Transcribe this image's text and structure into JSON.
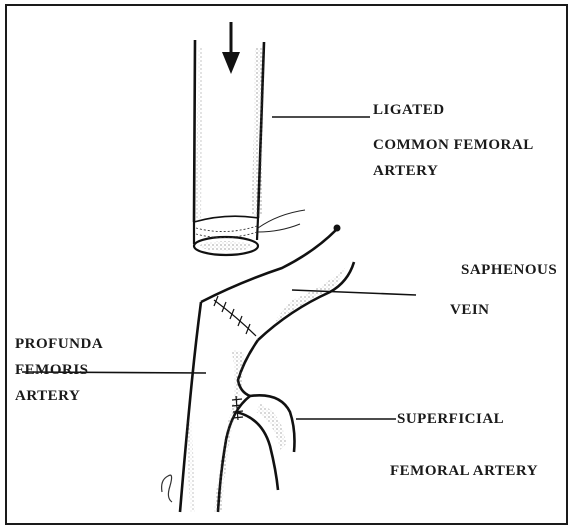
{
  "labels": {
    "common_femoral_1": "LIGATED",
    "common_femoral_2": "COMMON FEMORAL",
    "common_femoral_3": "ARTERY",
    "saphenous_1": "SAPHENOUS",
    "saphenous_2": "VEIN",
    "profunda_1": "PROFUNDA",
    "profunda_2": "FEMORIS",
    "profunda_3": "ARTERY",
    "superficial_1": "SUPERFICIAL",
    "superficial_2": "FEMORAL ARTERY"
  }
}
